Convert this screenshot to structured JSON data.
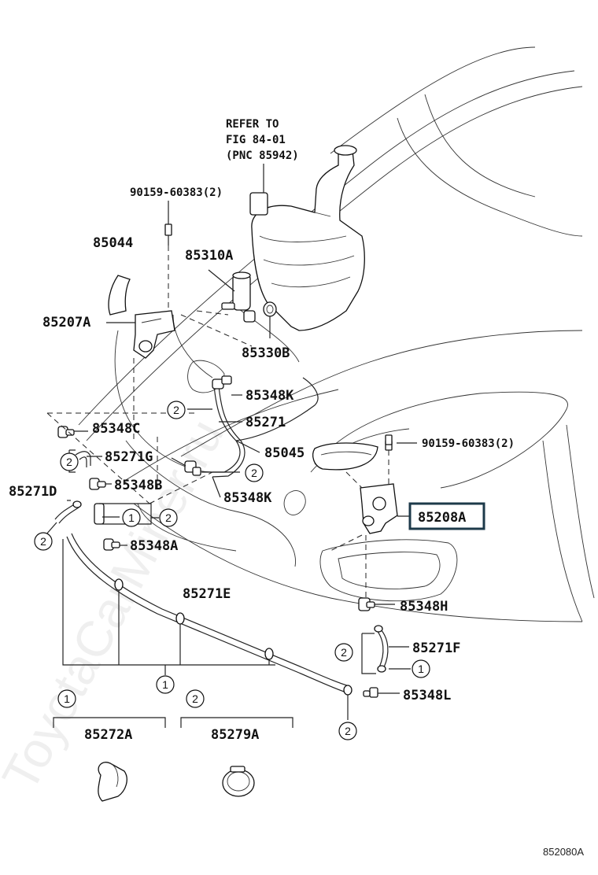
{
  "note": {
    "line1": "REFER TO",
    "line2": "FIG 84-01",
    "line3": "(PNC 85942)"
  },
  "labels": {
    "bolt_top": "90159-60383(2)",
    "p85044": "85044",
    "p85310A": "85310A",
    "p85207A": "85207A",
    "p85330B": "85330B",
    "p85348K_top": "85348K",
    "p85271": "85271",
    "p85348C": "85348C",
    "p85271G": "85271G",
    "p85045": "85045",
    "bolt_right": "90159-60383(2)",
    "p85348B": "85348B",
    "p85271D": "85271D",
    "p85348K_mid": "85348K",
    "p85208A": "85208A",
    "p85348A": "85348A",
    "p85271E": "85271E",
    "p85348H": "85348H",
    "p85271F": "85271F",
    "p85348L": "85348L",
    "p85272A": "85272A",
    "p85279A": "85279A"
  },
  "callouts": {
    "one": "1",
    "two": "2"
  },
  "figure_code": "852080A",
  "watermark": "ToyotaCarMiner.ru",
  "colors": {
    "line": "#222222",
    "highlight_box": "#1d3a4a"
  }
}
